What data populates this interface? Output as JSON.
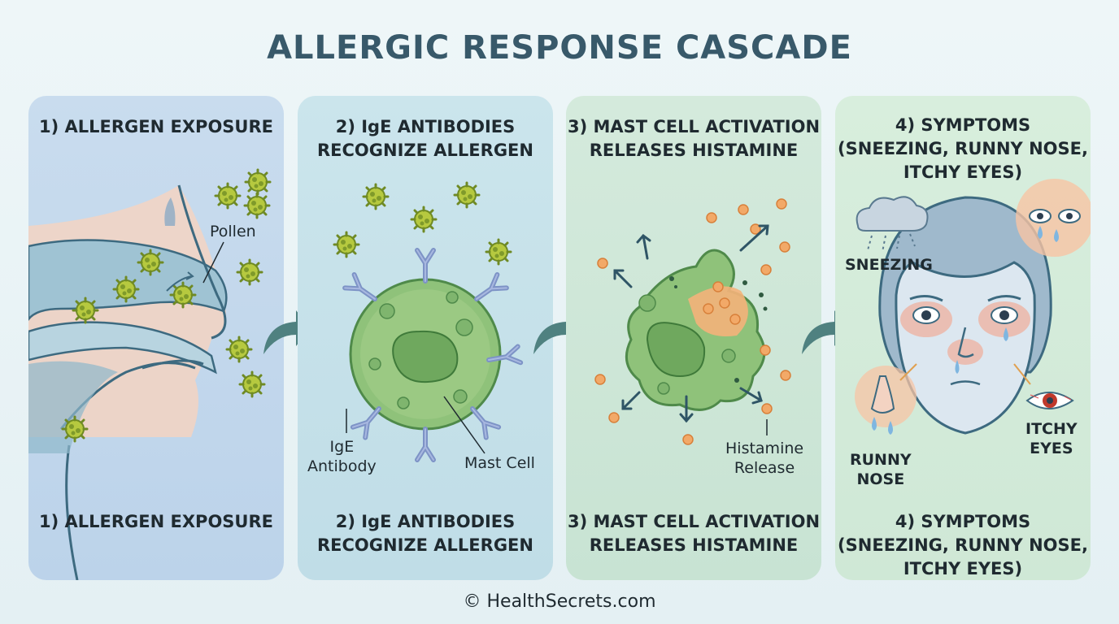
{
  "title": "ALLERGIC RESPONSE CASCADE",
  "panels": [
    {
      "heading": "1) ALLERGEN EXPOSURE",
      "labels": {
        "pollen": "Pollen"
      }
    },
    {
      "heading": "2) IgE ANTIBODIES\nRECOGNIZE ALLERGEN",
      "labels": {
        "antibody": "IgE\nAntibody",
        "mast_cell": "Mast Cell"
      }
    },
    {
      "heading": "3) MAST CELL ACTIVATION\nRELEASES HISTAMINE",
      "labels": {
        "histamine": "Histamine\nRelease"
      }
    },
    {
      "heading": "4) SYMPTOMS\n(SNEEZING, RUNNY NOSE,\nITCHY EYES)",
      "labels": {
        "sneezing": "SNEEZING",
        "runny_nose": "RUNNY\nNOSE",
        "itchy_eyes": "ITCHY\nEYES"
      }
    }
  ],
  "footer": "© HealthSecrets.com",
  "colors": {
    "title": "#38596a",
    "pollen": "#a9c23a",
    "cell": "#7fb56e",
    "antibody": "#7d93c6",
    "histamine": "#f0a060",
    "arrow": "#4f8180"
  },
  "icons": [
    "pollen-icon",
    "mast-cell-icon",
    "antibody-icon",
    "histamine-icon",
    "cloud-icon",
    "eye-icon",
    "nose-icon",
    "face-icon"
  ]
}
